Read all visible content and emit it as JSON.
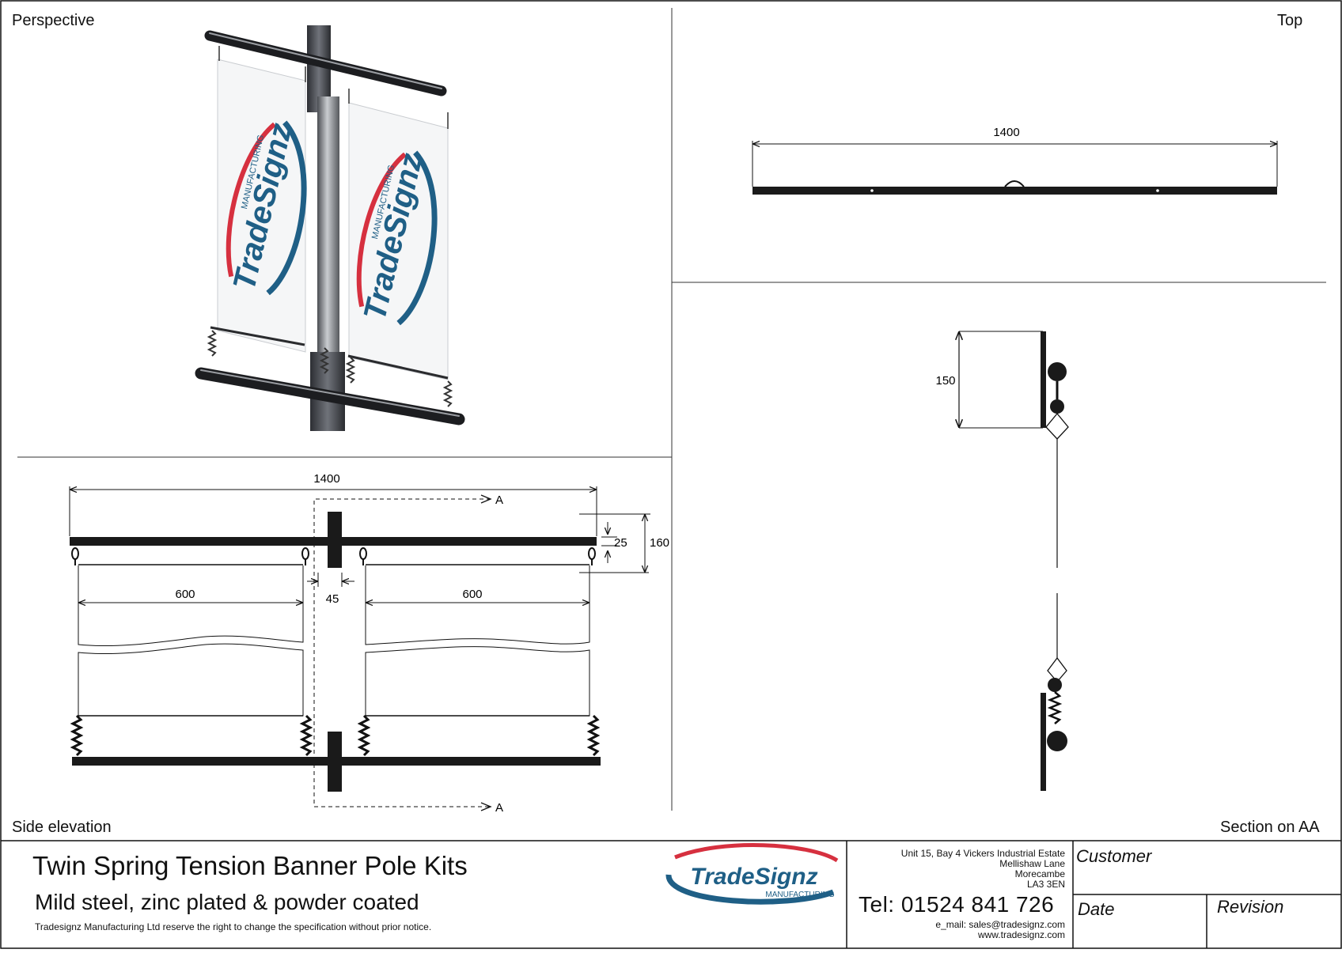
{
  "views": {
    "perspective": "Perspective",
    "top": "Top",
    "side_elevation": "Side elevation",
    "section": "Section on AA"
  },
  "dimensions": {
    "top_width": "1400",
    "side_width": "1400",
    "banner_left": "600",
    "banner_right": "600",
    "pole_gap": "45",
    "arm_thickness": "25",
    "bracket_height": "160",
    "section_height": "150",
    "section_marker": "A"
  },
  "banner_logo": {
    "brand": "TradeSignz",
    "tagline": "MANUFACTURING"
  },
  "title_block": {
    "title": "Twin Spring Tension Banner Pole Kits",
    "subtitle": "Mild steel, zinc plated & powder coated",
    "disclaimer": "Tradesignz Manufacturing Ltd reserve the right to change the specification without prior notice.",
    "logo_brand": "TradeSignz",
    "logo_tagline": "MANUFACTURING",
    "address_lines": [
      "Unit 15, Bay 4 Vickers Industrial Estate",
      "Mellishaw Lane",
      "Morecambe",
      "LA3 3EN"
    ],
    "tel": "Tel: 01524 841 726",
    "email": "e_mail: sales@tradesignz.com",
    "web": "www.tradesignz.com",
    "customer_label": "Customer",
    "date_label": "Date",
    "revision_label": "Revision"
  },
  "colors": {
    "brand_blue": "#1f5f86",
    "brand_red": "#d6303f",
    "ink": "#1a1a1a"
  }
}
